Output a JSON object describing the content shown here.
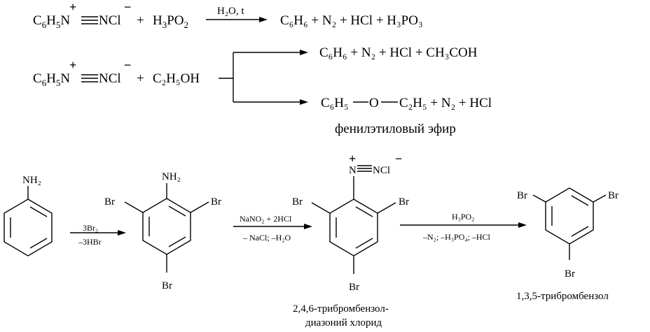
{
  "reactions": {
    "r1": {
      "diazonium": {
        "c": "C",
        "c_sub": "6",
        "h": "H",
        "h_sub": "5",
        "n": "N",
        "ncl": "NCl",
        "plus": "+",
        "minus": "−"
      },
      "plus1": "+",
      "reagent": {
        "main": "H",
        "s1": "3",
        "mid": "PO",
        "s2": "2"
      },
      "condition": "H₂O, t",
      "products": [
        "C₆H₆ + N₂ + HCl + H₃PO₃"
      ]
    },
    "r2": {
      "diazonium": {
        "c": "C",
        "c_sub": "6",
        "h": "H",
        "h_sub": "5",
        "n": "N",
        "ncl": "NCl",
        "plus": "+",
        "minus": "−"
      },
      "plus1": "+",
      "reagent": "C₂H₅OH",
      "product_upper": "C₆H₆ + N₂ + HCl + CH₃COH",
      "product_lower": {
        "left": "C₆H₅",
        "o": "O",
        "right": "C₂H₅ + N₂ + HCl"
      },
      "product_lower_name": "фенилэтиловый эфир"
    }
  },
  "scheme": {
    "aniline": {
      "nh2": "NH₂"
    },
    "step1": {
      "above": "3Br₂",
      "below": "–3HBr"
    },
    "tribromoaniline": {
      "nh2": "NH₂",
      "br_left": "Br",
      "br_right": "Br",
      "br_bottom": "Br"
    },
    "step2": {
      "above": "NaNO₂ + 2HCl",
      "below": "– NaCl; –H₂O"
    },
    "diazonium_salt": {
      "n": "N",
      "ncl": "NCl",
      "plus": "+",
      "minus": "−",
      "br_left": "Br",
      "br_right": "Br",
      "br_bottom": "Br",
      "name_line1": "2,4,6-трибромбензол-",
      "name_line2": "диазоний хлорид"
    },
    "step3": {
      "above": "H₃PO₂",
      "below": "–N₂; –H₃PO₄; –HCl"
    },
    "tribromobenzene": {
      "br_left": "Br",
      "br_right": "Br",
      "br_bottom": "Br",
      "name": "1,3,5-трибромбензол"
    }
  }
}
